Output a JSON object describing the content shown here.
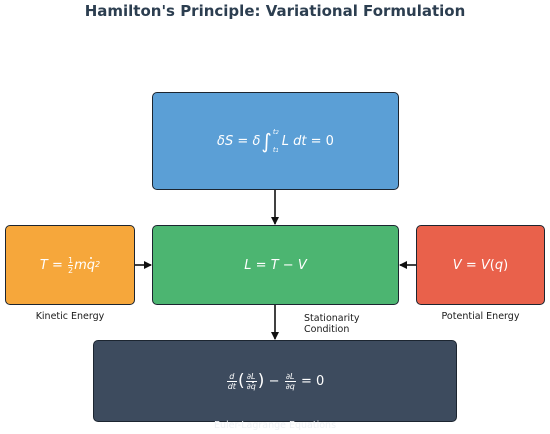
{
  "title": "Hamilton's Principle: Variational Formulation",
  "nodes": {
    "action": {
      "equation": "δS = δ∫t1t2 L dt = 0"
    },
    "lagrangian": {
      "equation": "L = T − V"
    },
    "kinetic": {
      "equation": "T = ½mq̇²",
      "caption": "Kinetic Energy"
    },
    "potential": {
      "equation": "V = V(q)",
      "caption": "Potential Energy"
    },
    "euler_lagrange": {
      "equation": "d/dt(∂L/∂q̇) − ∂L/∂q = 0",
      "caption": "Euler-Lagrange Equations"
    }
  },
  "edges": [
    {
      "from": "action",
      "to": "lagrangian",
      "label": ""
    },
    {
      "from": "kinetic",
      "to": "lagrangian",
      "label": ""
    },
    {
      "from": "potential",
      "to": "lagrangian",
      "label": ""
    },
    {
      "from": "lagrangian",
      "to": "euler_lagrange",
      "label": "Stationarity Condition"
    }
  ],
  "colors": {
    "action": "#5b9fd6",
    "lagrangian": "#4cb571",
    "kinetic": "#f6a73b",
    "potential": "#e9614b",
    "euler_lagrange": "#3d4b5e",
    "title": "#2c3e50"
  }
}
